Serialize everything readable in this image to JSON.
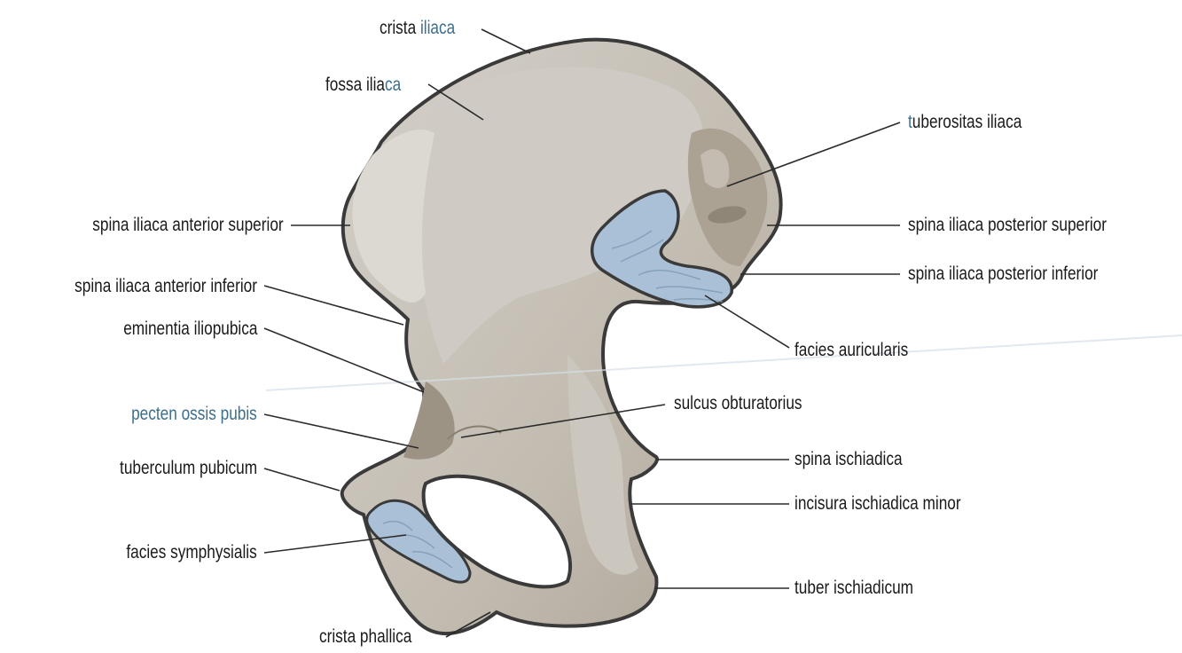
{
  "labels": {
    "crista_iliaca": {
      "a": "crista",
      "b": "iliaca"
    },
    "fossa_iliaca": {
      "a": "fossa ilia",
      "b": "ca"
    },
    "tuberositas_iliaca": {
      "a": "t",
      "b": "uberositas iliaca"
    },
    "spina_iliaca_anterior_superior": "spina iliaca anterior superior",
    "spina_iliaca_anterior_inferior": "spina iliaca anterior inferior",
    "eminentia_iliopubica": "eminentia iliopubica",
    "pecten_ossis_pubis": {
      "a": "pecten",
      "b": " ossis pubis"
    },
    "tuberculum_pubicum": "tuberculum pubicum",
    "facies_symphysialis": "facies symphysialis",
    "crista_phallica": "crista phallica",
    "spina_iliaca_posterior_superior": "spina iliaca posterior superior",
    "spina_iliaca_posterior_inferior": "spina iliaca posterior inferior",
    "facies_auricularis": "facies auricularis",
    "sulcus_obturatorius": "sulcus obturatorius",
    "spina_ischiadica": "spina ischiadica",
    "incisura_ischiadica_minor": "incisura ischiadica minor",
    "tuber_ischiadicum": "tuber ischiadicum"
  },
  "colors": {
    "bone_light": "#c9c5bd",
    "bone_mid": "#b6ada2",
    "bone_dark": "#a59b8e",
    "outline": "#3a3a3a",
    "cartilage_blue": "#a9c0d6",
    "highlight_text": "#3d6e8c",
    "leader_line": "#2a2a2a"
  }
}
